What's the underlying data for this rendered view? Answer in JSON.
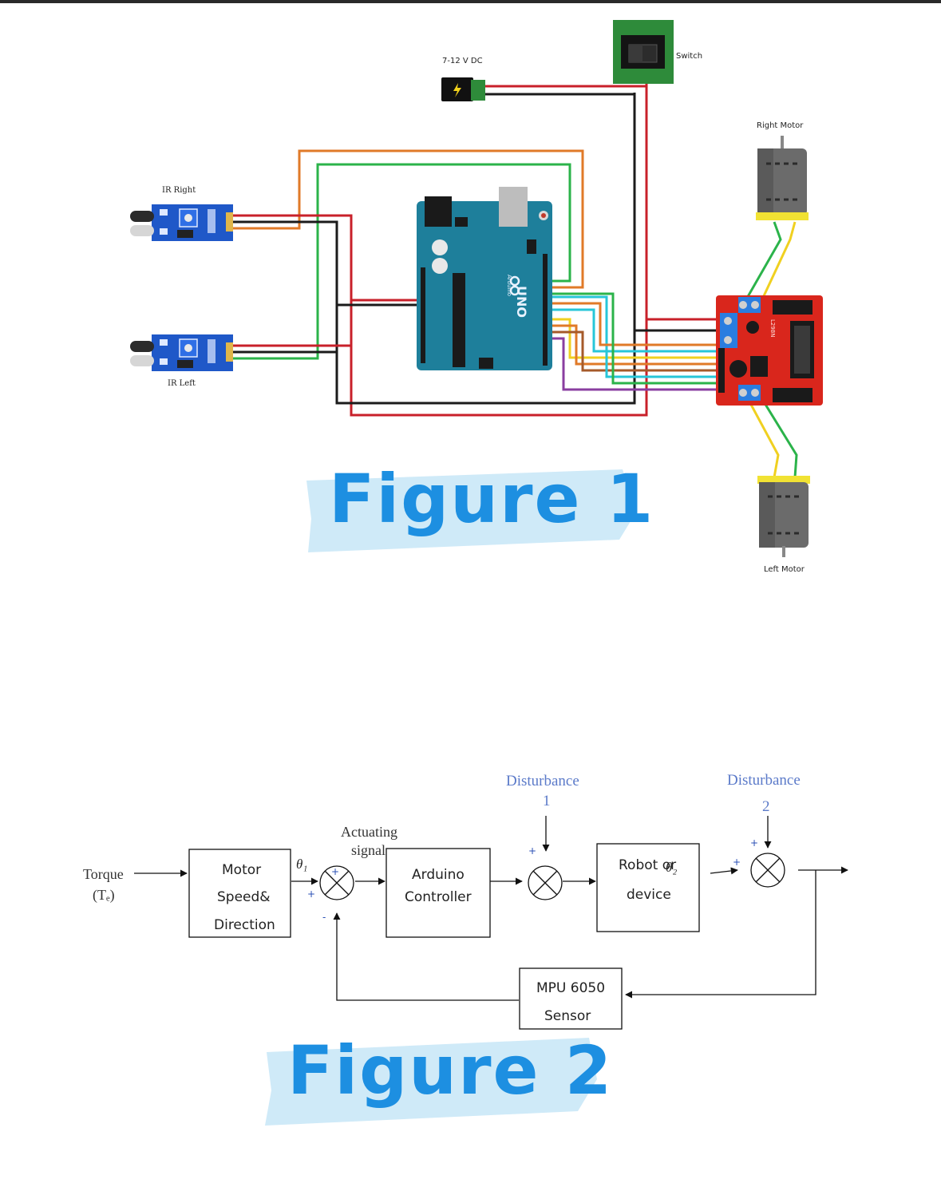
{
  "figure1": {
    "title": "Figure 1",
    "labels": {
      "power": "7-12 V DC",
      "switch": "Switch",
      "ir_right": "IR Right",
      "ir_left": "IR Left",
      "right_motor": "Right Motor",
      "left_motor": "Left Motor",
      "arduino_brand": "UNO",
      "arduino_text": "Arduino",
      "driver_chip": "L298N"
    }
  },
  "figure2": {
    "title": "Figure 2",
    "input": {
      "line1": "Torque",
      "line2": "(Tₑ)"
    },
    "blocks": {
      "motor": [
        "Motor",
        "Speed&",
        "Direction"
      ],
      "controller": [
        "Arduino",
        "Controller"
      ],
      "robot": [
        "Robot or",
        "device"
      ],
      "sensor": [
        "MPU 6050",
        "Sensor"
      ]
    },
    "labels": {
      "actuating": [
        "Actuating",
        "signal"
      ],
      "theta1": "θ₁",
      "theta2": "θ₂",
      "disturbance1": [
        "Disturbance",
        "1"
      ],
      "disturbance2": [
        "Disturbance",
        "2"
      ],
      "plus": "+",
      "minus": "-"
    }
  }
}
